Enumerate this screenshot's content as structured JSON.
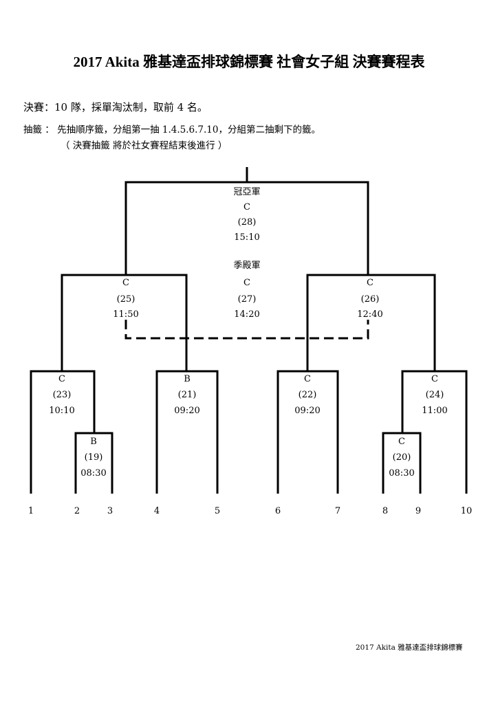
{
  "title": "2017 Akita 雅基達盃排球錦標賽 社會女子組 決賽賽程表",
  "rules": {
    "format": "決賽：10 隊，採單淘汰制，取前 4 名。",
    "draw": "抽籤 ： 先抽順序籤，分組第一抽 1.4.5.6.7.10，分組第二抽剩下的籤。",
    "note": "（ 決賽抽籤 將於社女賽程結束後進行 ）"
  },
  "bracket": {
    "final": {
      "label": "冠亞軍",
      "court": "C",
      "match": "(28)",
      "time": "15:10"
    },
    "third_place": {
      "label": "季殿軍",
      "court": "C",
      "match": "(27)",
      "time": "14:20"
    },
    "m25": {
      "court": "C",
      "match": "(25)",
      "time": "11:50"
    },
    "m26": {
      "court": "C",
      "match": "(26)",
      "time": "12:40"
    },
    "m23": {
      "court": "C",
      "match": "(23)",
      "time": "10:10"
    },
    "m21": {
      "court": "B",
      "match": "(21)",
      "time": "09:20"
    },
    "m22": {
      "court": "C",
      "match": "(22)",
      "time": "09:20"
    },
    "m24": {
      "court": "C",
      "match": "(24)",
      "time": "11:00"
    },
    "m19": {
      "court": "B",
      "match": "(19)",
      "time": "08:30"
    },
    "m20": {
      "court": "C",
      "match": "(20)",
      "time": "08:30"
    },
    "seeds": [
      "1",
      "2",
      "3",
      "4",
      "5",
      "6",
      "7",
      "8",
      "9",
      "10"
    ]
  },
  "footer": "2017 Akita 雅基達盃排球錦標賽"
}
